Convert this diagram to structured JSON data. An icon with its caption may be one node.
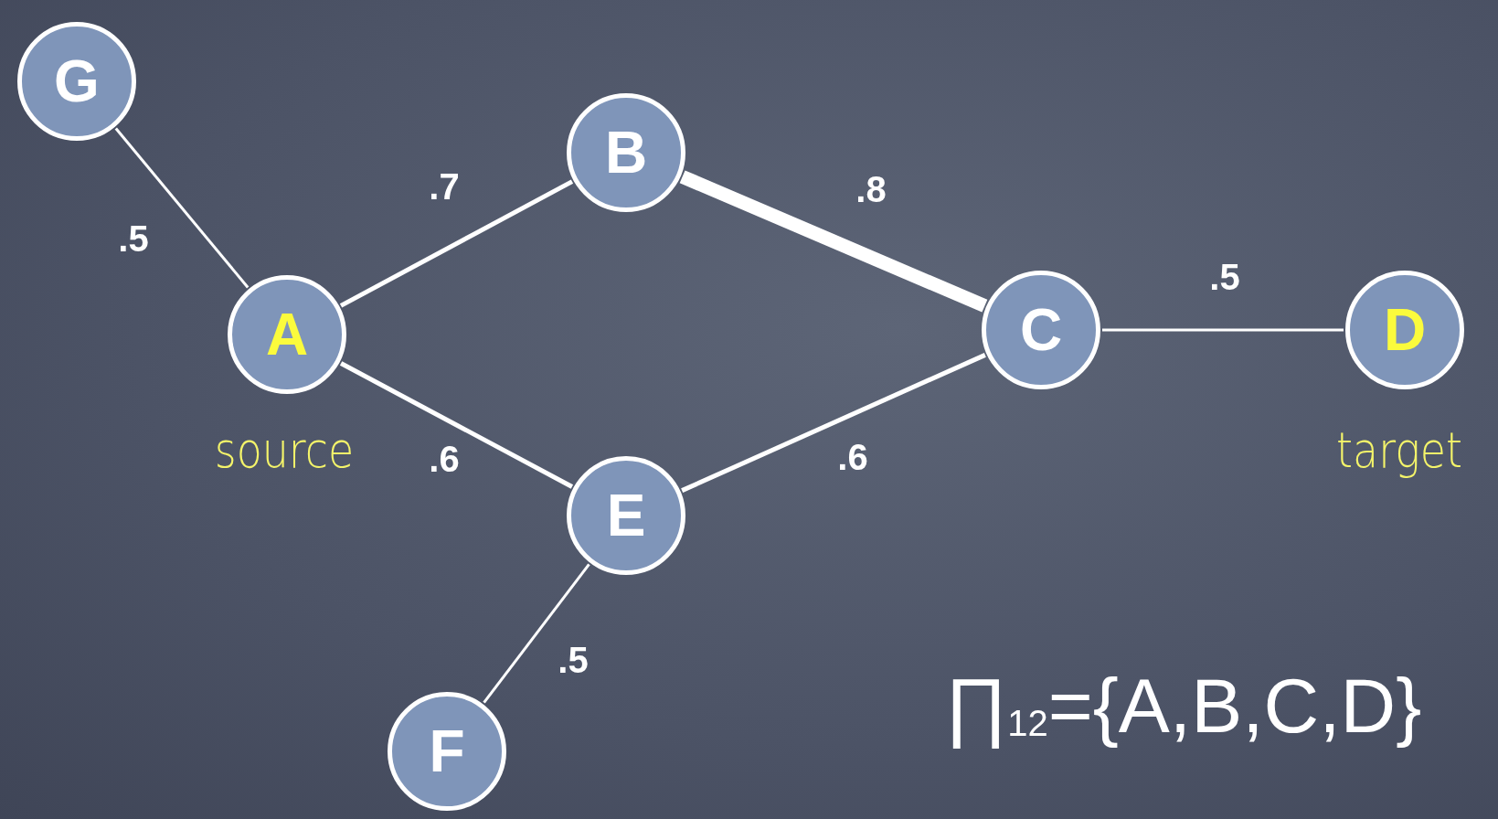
{
  "diagram": {
    "nodes": [
      {
        "text": [
          "G"
        ]
      },
      {
        "text": [
          "B"
        ]
      },
      {
        "text": [
          "A"
        ],
        "beside": [
          "source"
        ]
      },
      {
        "text": [
          "C"
        ]
      },
      {
        "text": [
          "D"
        ],
        "beside": [
          "target"
        ]
      },
      {
        "text": [
          "E"
        ]
      },
      {
        "text": [
          "F"
        ]
      }
    ],
    "edges": [
      {
        "from": 0,
        "to": 2,
        "arrow": "none",
        "label": ".5"
      },
      {
        "from": 2,
        "to": 1,
        "arrow": "none",
        "label": ".7"
      },
      {
        "from": 1,
        "to": 3,
        "arrow": "none",
        "label": ".8",
        "style": "thick"
      },
      {
        "from": 3,
        "to": 4,
        "arrow": "none",
        "label": ".5"
      },
      {
        "from": 2,
        "to": 5,
        "arrow": "none",
        "label": ".6"
      },
      {
        "from": 5,
        "to": 3,
        "arrow": "none",
        "label": ".6"
      },
      {
        "from": 5,
        "to": 6,
        "arrow": "none",
        "label": ".5"
      }
    ],
    "labels": [
      "∏$_{12}$={A,B,C,D}"
    ]
  }
}
